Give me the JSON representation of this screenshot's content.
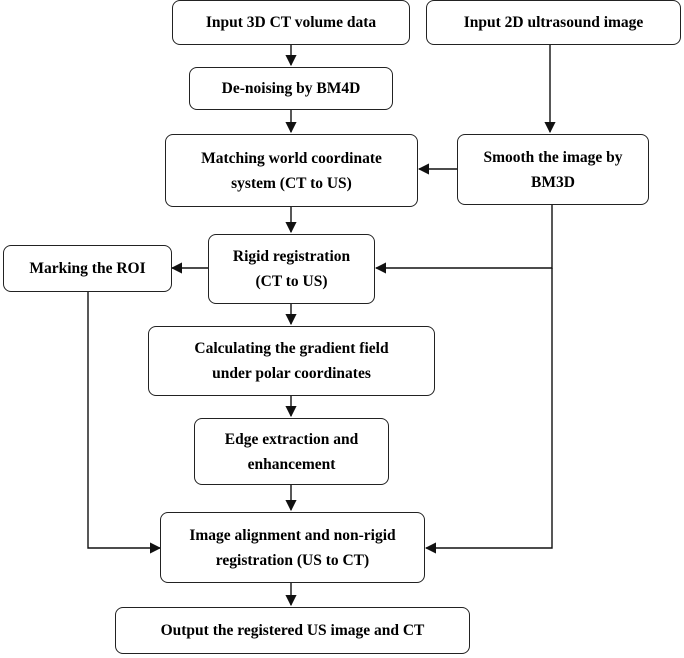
{
  "colors": {
    "stroke": "#222222",
    "text": "#000000",
    "background": "#ffffff"
  },
  "nodes": {
    "input_ct": "Input 3D CT volume data",
    "input_us": "Input 2D ultrasound image",
    "denoise": "De-noising by BM4D",
    "match_line1": "Matching world coordinate",
    "match_line2": "system (CT to US)",
    "smooth_line1": "Smooth the image by",
    "smooth_line2": "BM3D",
    "roi": "Marking the ROI",
    "rigid_line1": "Rigid registration",
    "rigid_line2": "(CT to US)",
    "gradient_line1": "Calculating the gradient field",
    "gradient_line2": "under polar coordinates",
    "edge_line1": "Edge extraction and",
    "edge_line2": "enhancement",
    "align_line1": "Image alignment and non-rigid",
    "align_line2": "registration (US to CT)",
    "output": "Output the registered US image and CT"
  }
}
